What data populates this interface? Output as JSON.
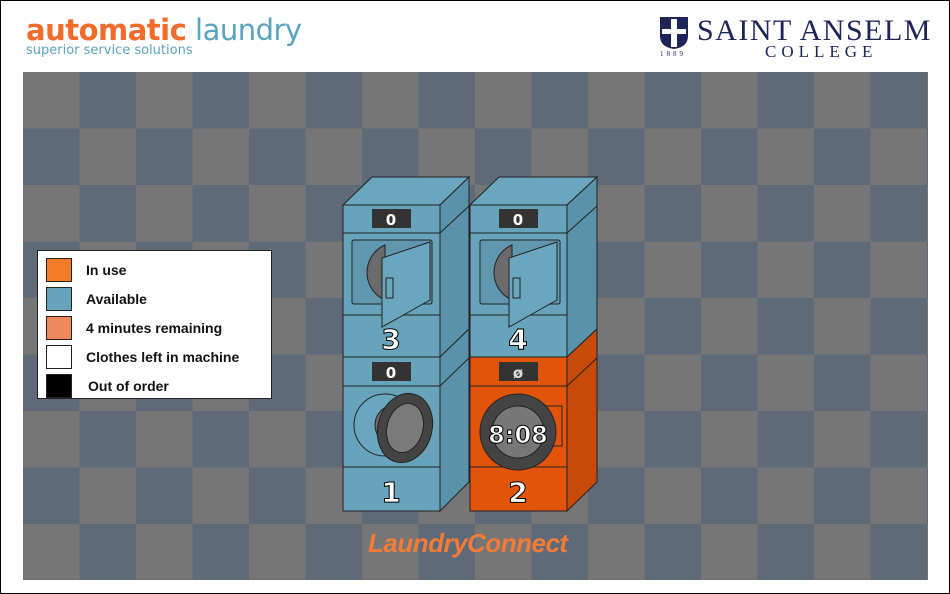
{
  "header": {
    "left_logo": {
      "part1": "automatic",
      "part2": " laundry",
      "tagline": "superior service solutions"
    },
    "right_logo": {
      "name": "SAINT ANSELM",
      "subtitle": "COLLEGE",
      "year": "1889"
    }
  },
  "legend": [
    {
      "label": "In use",
      "color": "#f47b2a"
    },
    {
      "label": "Available",
      "color": "#67a3ba"
    },
    {
      "label": "4 minutes remaining",
      "color": "#f08a5d"
    },
    {
      "label": "Clothes left in machine",
      "color": "#ffffff"
    },
    {
      "label": "Out of order",
      "color": "#000000"
    }
  ],
  "machines": [
    {
      "number": "3",
      "type": "dryer",
      "status": "available",
      "display": "0",
      "door": "open"
    },
    {
      "number": "4",
      "type": "dryer",
      "status": "available",
      "display": "0",
      "door": "open"
    },
    {
      "number": "1",
      "type": "washer",
      "status": "available",
      "display": "0",
      "door": "open"
    },
    {
      "number": "2",
      "type": "washer",
      "status": "in use",
      "display": "ø",
      "time_remaining": "8:08"
    }
  ],
  "colors": {
    "available": "#67a3ba",
    "available_side": "#5b93a8",
    "in_use": "#e1540a",
    "in_use_side": "#c84a08"
  },
  "brand": "LaundryConnect"
}
